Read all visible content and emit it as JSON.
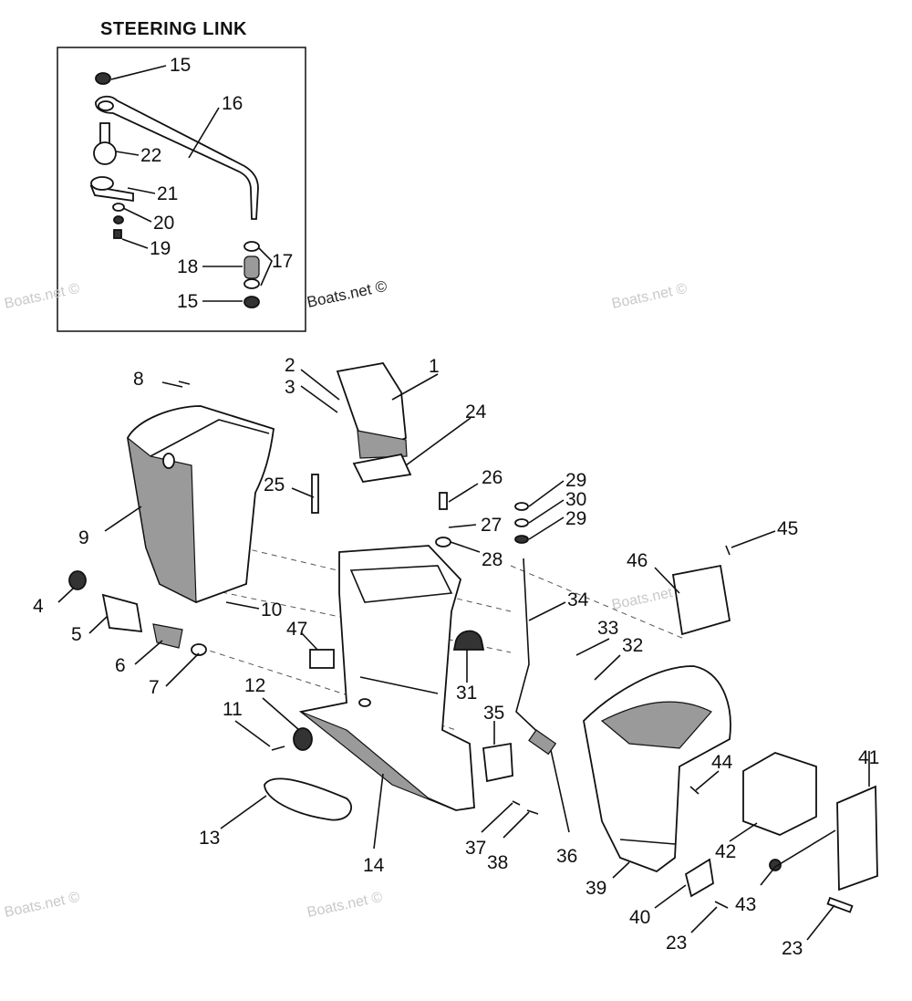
{
  "inset": {
    "title": "STEERING LINK"
  },
  "watermarks": [
    "Boats.net ©",
    "Boats.net ©",
    "Boats.net ©",
    "Boats.net ©",
    "Boats.net ©",
    "Boats.net ©"
  ],
  "callouts": {
    "c15a": "15",
    "c16": "16",
    "c22": "22",
    "c21": "21",
    "c20": "20",
    "c19": "19",
    "c18": "18",
    "c17": "17",
    "c15b": "15",
    "c1": "1",
    "c2": "2",
    "c3": "3",
    "c8": "8",
    "c24": "24",
    "c25": "25",
    "c9": "9",
    "c26": "26",
    "c27": "27",
    "c28": "28",
    "c29a": "29",
    "c30": "30",
    "c29b": "29",
    "c45": "45",
    "c46": "46",
    "c4": "4",
    "c5": "5",
    "c6": "6",
    "c7": "7",
    "c10": "10",
    "c47": "47",
    "c34": "34",
    "c33": "33",
    "c32": "32",
    "c31": "31",
    "c12": "12",
    "c11": "11",
    "c35": "35",
    "c44": "44",
    "c41": "41",
    "c13": "13",
    "c14": "14",
    "c37": "37",
    "c38": "38",
    "c36": "36",
    "c42": "42",
    "c39": "39",
    "c43": "43",
    "c40": "40",
    "c23a": "23",
    "c23b": "23"
  }
}
